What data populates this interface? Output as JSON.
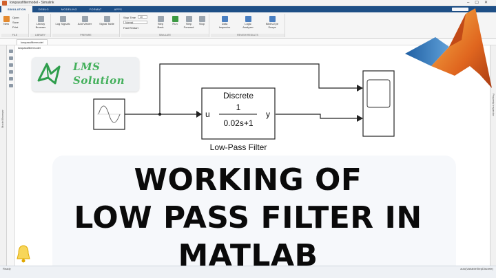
{
  "window": {
    "title": "lowpassfiltermodel - Simulink"
  },
  "ribbon": {
    "tabs": [
      "SIMULATION",
      "DEBUG",
      "MODELING",
      "FORMAT",
      "APPS"
    ],
    "active_tab": "SIMULATION"
  },
  "toolstrip": {
    "groups": [
      {
        "label": "FILE",
        "buttons": [
          "New",
          "Open",
          "Save",
          "Print"
        ]
      },
      {
        "label": "LIBRARY",
        "buttons": [
          "Library Browser"
        ]
      },
      {
        "label": "PREPARE",
        "buttons": [
          "Log Signals",
          "Add Viewer",
          "Signal Table"
        ]
      },
      {
        "label": "SIMULATE",
        "buttons": [
          "Step Back",
          "Run",
          "Step Forward",
          "Stop"
        ]
      },
      {
        "label": "REVIEW RESULTS",
        "buttons": [
          "Data Inspector",
          "Logic Analyzer",
          "Bird's-Eye Scope"
        ]
      }
    ],
    "stop_time_label": "Stop Time",
    "stop_time_value": "10",
    "mode_value": "Normal",
    "fast_restart_label": "Fast Restart"
  },
  "editor": {
    "doc_tab": "lowpassfiltermodel",
    "breadcrumb": "lowpassfiltermodel",
    "left_panel_label": "Model Browser",
    "right_panel_label": "Property Inspector"
  },
  "badge": {
    "line1": "LMS",
    "line2": "Solution"
  },
  "diagram": {
    "filter_title": "Discrete",
    "numerator": "1",
    "denominator": "0.02s+1",
    "input_port": "u",
    "output_port": "y",
    "filter_caption": "Low-Pass Filter"
  },
  "headline": {
    "line1": "WORKING OF",
    "line2": "LOW PASS FILTER IN",
    "line3": "MATLAB"
  },
  "status": {
    "left": "Ready",
    "right": "auto(VariableStepDiscrete)"
  },
  "colors": {
    "ribbon": "#1e4f86",
    "badge_green": "#44b05c",
    "headline": "#0a0a0a"
  }
}
